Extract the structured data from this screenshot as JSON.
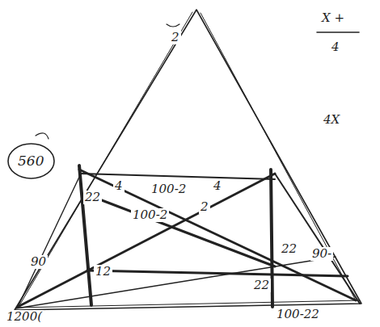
{
  "diagram": {
    "nodes": [
      {
        "text": [
          "560"
        ]
      }
    ],
    "labels": [
      "2",
      "X +",
      "4",
      "4X",
      "4",
      "4",
      "100-2",
      "100-2",
      "2",
      "22",
      "22",
      "90",
      "12",
      "90-",
      "22",
      "100-22",
      "1200("
    ]
  }
}
